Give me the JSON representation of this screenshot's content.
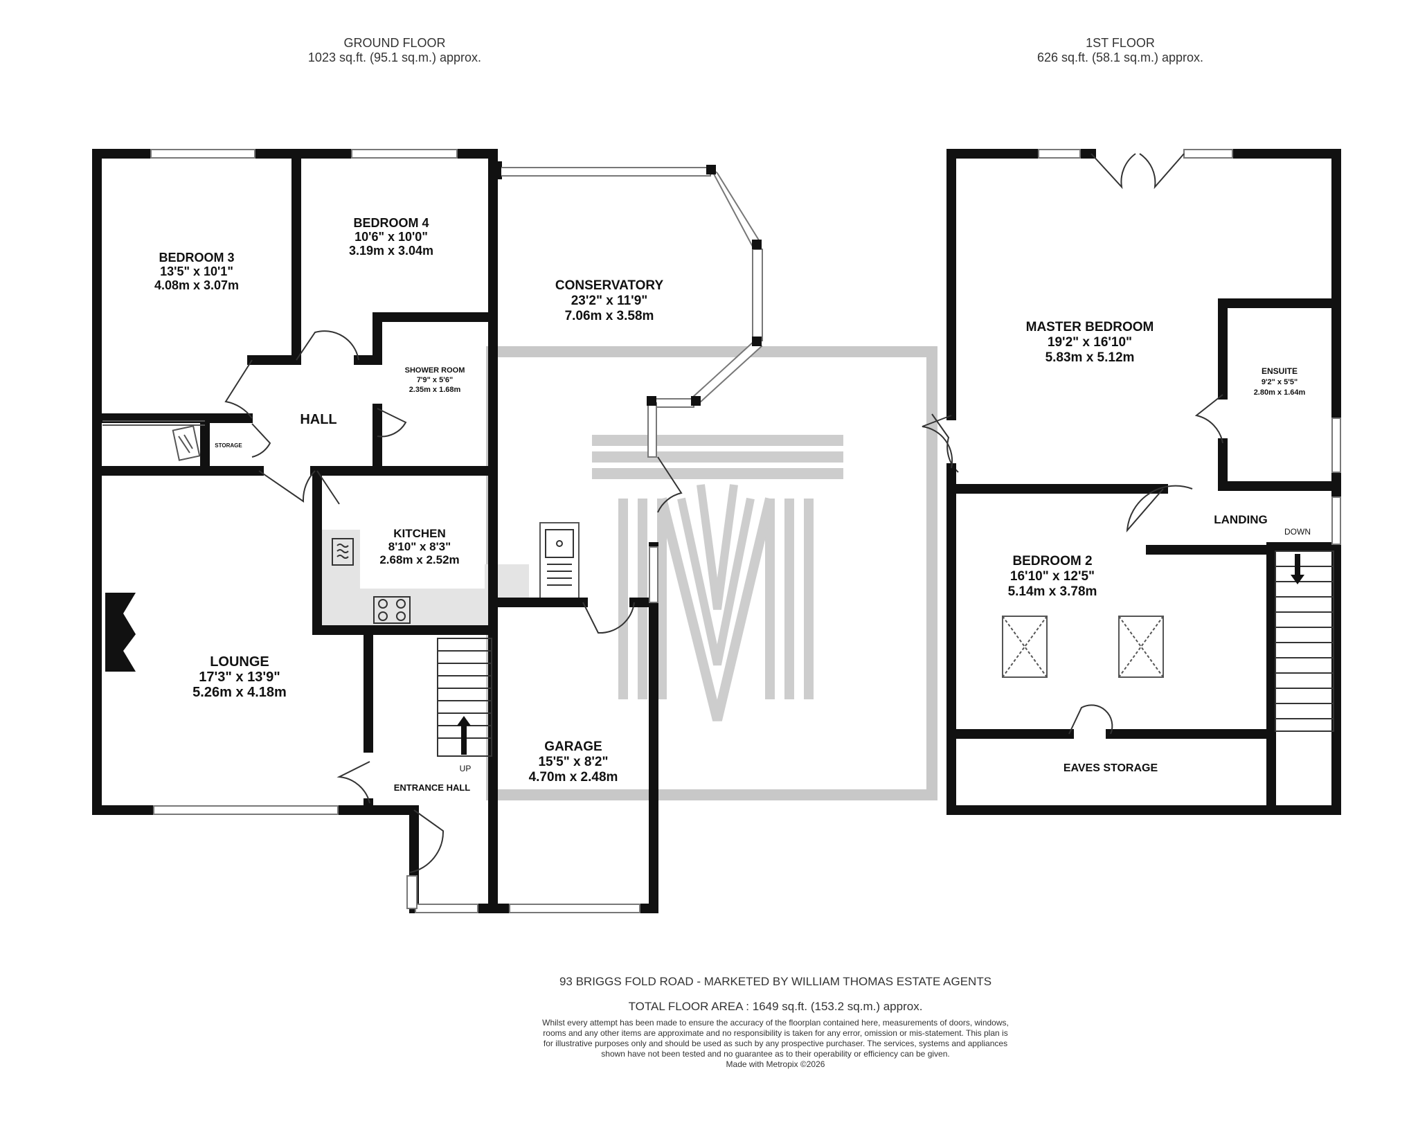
{
  "floors": {
    "ground": {
      "title": "GROUND FLOOR",
      "area": "1023 sq.ft. (95.1 sq.m.) approx."
    },
    "first": {
      "title": "1ST FLOOR",
      "area": "626 sq.ft. (58.1 sq.m.) approx."
    }
  },
  "rooms": {
    "bedroom3": {
      "name": "BEDROOM 3",
      "imperial": "13'5\"  x 10'1\"",
      "metric": "4.08m  x 3.07m"
    },
    "bedroom4": {
      "name": "BEDROOM 4",
      "imperial": "10'6\"  x 10'0\"",
      "metric": "3.19m  x 3.04m"
    },
    "conservatory": {
      "name": "CONSERVATORY",
      "imperial": "23'2\"  x 11'9\"",
      "metric": "7.06m  x 3.58m"
    },
    "shower": {
      "name": "SHOWER ROOM",
      "imperial": "7'9\"  x 5'6\"",
      "metric": "2.35m  x 1.68m"
    },
    "hall": {
      "name": "HALL"
    },
    "storage": {
      "name": "STORAGE"
    },
    "kitchen": {
      "name": "KITCHEN",
      "imperial": "8'10\"  x 8'3\"",
      "metric": "2.68m  x 2.52m"
    },
    "lounge": {
      "name": "LOUNGE",
      "imperial": "17'3\"  x 13'9\"",
      "metric": "5.26m  x 4.18m"
    },
    "garage": {
      "name": "GARAGE",
      "imperial": "15'5\"  x 8'2\"",
      "metric": "4.70m  x 2.48m"
    },
    "entrance": {
      "name": "ENTRANCE HALL",
      "stairs": "UP"
    },
    "master": {
      "name": "MASTER BEDROOM",
      "imperial": "19'2\"  x 16'10\"",
      "metric": "5.83m  x 5.12m"
    },
    "ensuite": {
      "name": "ENSUITE",
      "imperial": "9'2\"  x 5'5\"",
      "metric": "2.80m  x 1.64m"
    },
    "landing": {
      "name": "LANDING",
      "stairs": "DOWN"
    },
    "bedroom2": {
      "name": "BEDROOM 2",
      "imperial": "16'10\"  x 12'5\"",
      "metric": "5.14m  x 3.78m"
    },
    "eaves": {
      "name": "EAVES STORAGE"
    }
  },
  "footer": {
    "address": "93 BRIGGS FOLD ROAD - MARKETED BY WILLIAM THOMAS ESTATE AGENTS",
    "total": "TOTAL FLOOR AREA : 1649 sq.ft. (153.2 sq.m.) approx.",
    "disclaimer": "Whilst every attempt has been made to ensure the accuracy of the floorplan contained here, measurements of doors, windows, rooms and any other items are approximate and no responsibility is taken for any error, omission or mis-statement. This plan is for illustrative purposes only and should be used as such by any prospective purchaser. The services, systems and appliances shown have not been tested and no guarantee as to their operability or efficiency can be given.",
    "credit": "Made with Metropix ©2026"
  },
  "colors": {
    "wall": "#111111",
    "fitted": "#e4e4e4",
    "watermark": "#cccccc",
    "window": "#888888"
  }
}
